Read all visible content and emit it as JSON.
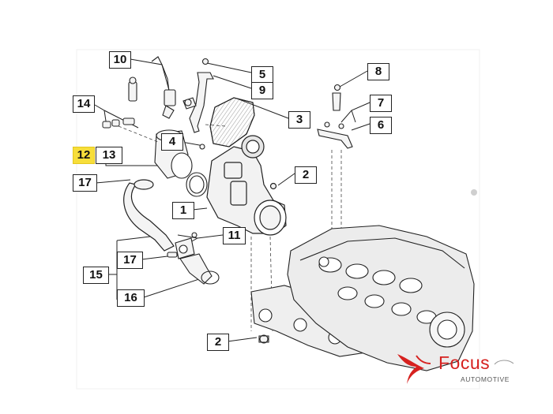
{
  "diagram": {
    "callouts": [
      "10",
      "5",
      "9",
      "8",
      "14",
      "3",
      "7",
      "6",
      "4",
      "12",
      "13",
      "2",
      "17",
      "1",
      "11",
      "17",
      "15",
      "16",
      "2"
    ]
  },
  "colors": {
    "line": "#222222",
    "highlight": "#f7de3a",
    "brand_red": "#d6211f"
  },
  "logo": {
    "brand": "Focus",
    "subtitle": "AUTOMOTIVE"
  }
}
